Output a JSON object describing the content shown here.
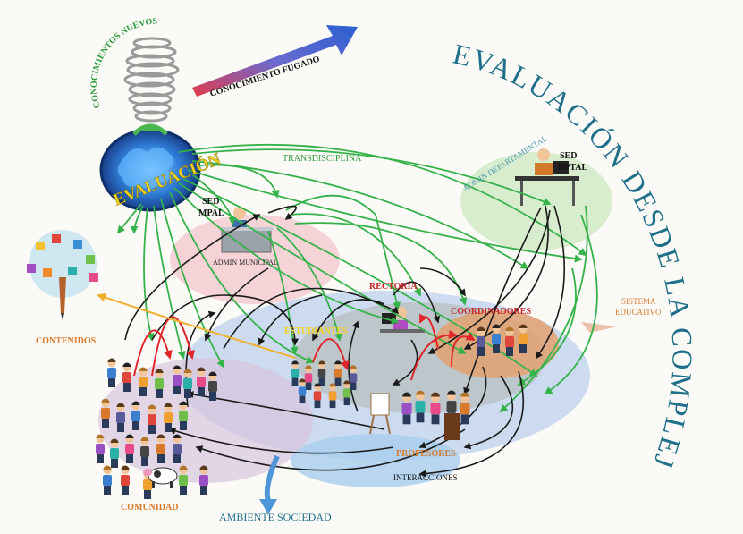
{
  "title": "EVALUACIÓN DESDE LA COMPLEJIDAD",
  "labels": {
    "conocimientos_nuevos": "CONOCIMIENTOS NUEVOS",
    "conocimiento_fugado": "CONOCIMIENTO FUGADO",
    "evaluacion": "EVALUACIÓN",
    "transdisciplina": "TRANSDISCIPLINA",
    "admin_departamental": "ADMIN DEPARTAMENTAL",
    "sed_dptal_1": "SED",
    "sed_dptal_2": "DPTAL",
    "sed_mpal_1": "SED",
    "sed_mpal_2": "MPAL",
    "admin_municipal": "ADMIN MUNICIPAL",
    "contenidos": "CONTENIDOS",
    "rectoria": "RECTORÍA",
    "coordinadores": "COORDINADORES",
    "estudiantes": "ESTUDIANTES",
    "sistema_educativo_1": "SISTEMA",
    "sistema_educativo_2": "EDUCATIVO",
    "profesores": "PROFESORES",
    "interacciones": "INTERACCIONES",
    "comunidad": "COMUNIDAD",
    "ambiente_sociedad": "AMBIENTE SOCIEDAD"
  },
  "colors": {
    "title": "#1f6f8b",
    "green_text": "#2e9a3c",
    "orange_text": "#d9792a",
    "red_text": "#c8262a",
    "yellow_text": "#f2d21a",
    "arrow_green": "#36b24a",
    "arrow_black": "#1a1a1a",
    "arrow_red": "#e0262a",
    "arrow_blue": "#3a5fc8"
  }
}
